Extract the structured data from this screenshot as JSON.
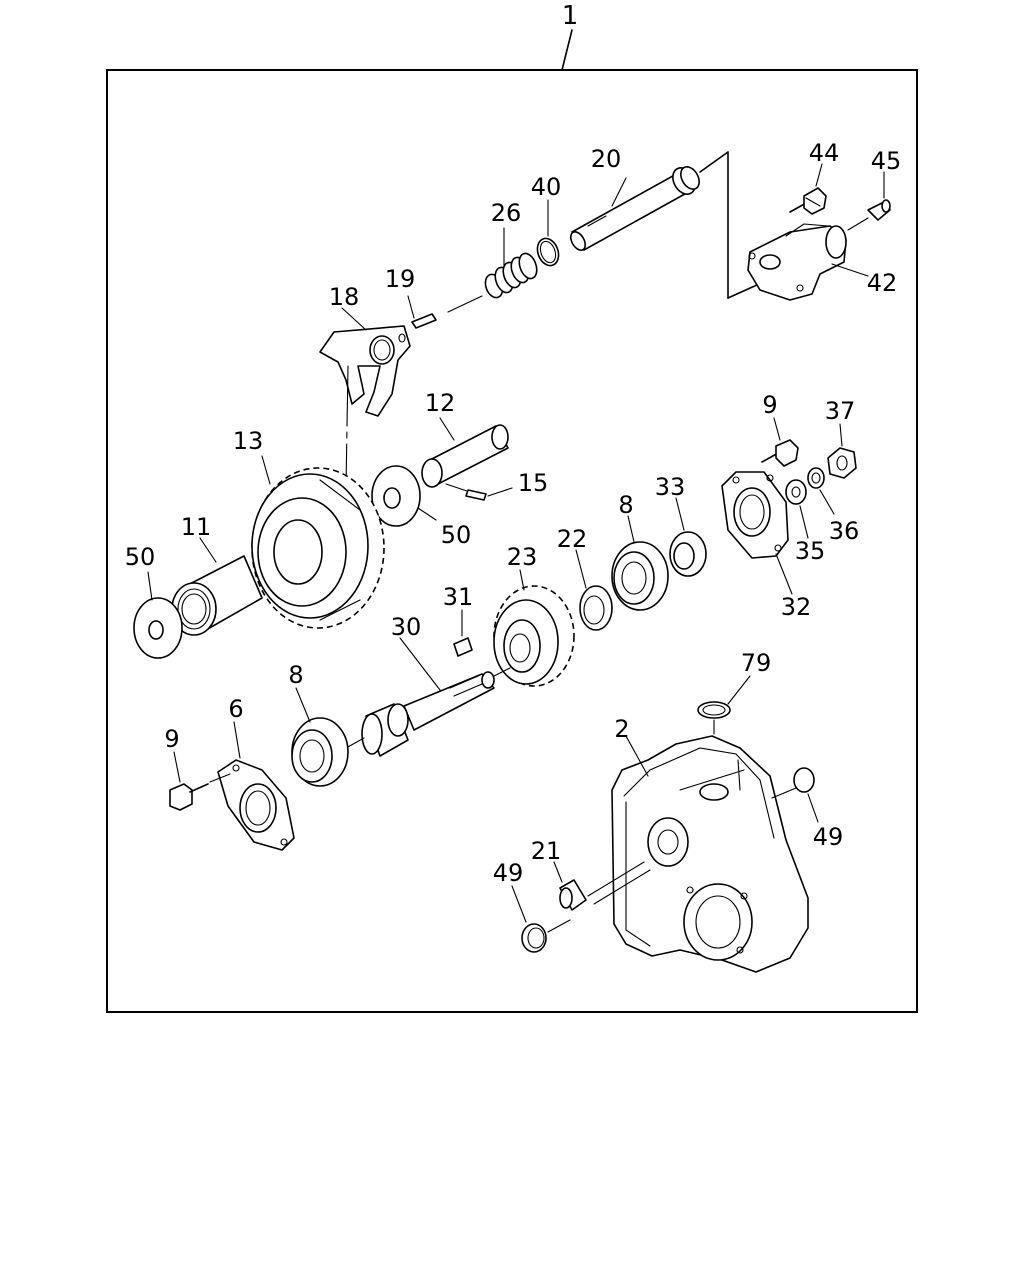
{
  "assembly": {
    "number": "1"
  },
  "callouts": [
    "2",
    "6",
    "8",
    "8",
    "9",
    "9",
    "11",
    "12",
    "13",
    "15",
    "18",
    "19",
    "20",
    "21",
    "22",
    "23",
    "26",
    "30",
    "31",
    "32",
    "33",
    "35",
    "36",
    "37",
    "40",
    "42",
    "44",
    "45",
    "49",
    "49",
    "50",
    "50",
    "79"
  ],
  "parts": [
    {
      "id": "part-2",
      "number": "2",
      "kind": "housing"
    },
    {
      "id": "part-6",
      "number": "6",
      "kind": "cover-plate"
    },
    {
      "id": "part-8a",
      "number": "8",
      "kind": "bearing"
    },
    {
      "id": "part-8b",
      "number": "8",
      "kind": "bearing"
    },
    {
      "id": "part-9a",
      "number": "9",
      "kind": "bolt"
    },
    {
      "id": "part-9b",
      "number": "9",
      "kind": "bolt"
    },
    {
      "id": "part-11",
      "number": "11",
      "kind": "bushing"
    },
    {
      "id": "part-12",
      "number": "12",
      "kind": "shaft"
    },
    {
      "id": "part-13",
      "number": "13",
      "kind": "gear"
    },
    {
      "id": "part-15",
      "number": "15",
      "kind": "pin"
    },
    {
      "id": "part-18",
      "number": "18",
      "kind": "shift-fork"
    },
    {
      "id": "part-19",
      "number": "19",
      "kind": "pin"
    },
    {
      "id": "part-20",
      "number": "20",
      "kind": "shift-rod"
    },
    {
      "id": "part-21",
      "number": "21",
      "kind": "plug"
    },
    {
      "id": "part-22",
      "number": "22",
      "kind": "washer"
    },
    {
      "id": "part-23",
      "number": "23",
      "kind": "gear"
    },
    {
      "id": "part-26",
      "number": "26",
      "kind": "spring"
    },
    {
      "id": "part-30",
      "number": "30",
      "kind": "output-shaft"
    },
    {
      "id": "part-31",
      "number": "31",
      "kind": "key"
    },
    {
      "id": "part-32",
      "number": "32",
      "kind": "cover-plate"
    },
    {
      "id": "part-33",
      "number": "33",
      "kind": "seal"
    },
    {
      "id": "part-35",
      "number": "35",
      "kind": "washer"
    },
    {
      "id": "part-36",
      "number": "36",
      "kind": "lock-washer"
    },
    {
      "id": "part-37",
      "number": "37",
      "kind": "nut"
    },
    {
      "id": "part-40",
      "number": "40",
      "kind": "o-ring"
    },
    {
      "id": "part-42",
      "number": "42",
      "kind": "cylinder"
    },
    {
      "id": "part-44",
      "number": "44",
      "kind": "bolt"
    },
    {
      "id": "part-45",
      "number": "45",
      "kind": "fitting"
    },
    {
      "id": "part-49a",
      "number": "49",
      "kind": "plug"
    },
    {
      "id": "part-49b",
      "number": "49",
      "kind": "plug"
    },
    {
      "id": "part-50a",
      "number": "50",
      "kind": "thrust-washer"
    },
    {
      "id": "part-50b",
      "number": "50",
      "kind": "thrust-washer"
    },
    {
      "id": "part-79",
      "number": "79",
      "kind": "o-ring"
    }
  ]
}
